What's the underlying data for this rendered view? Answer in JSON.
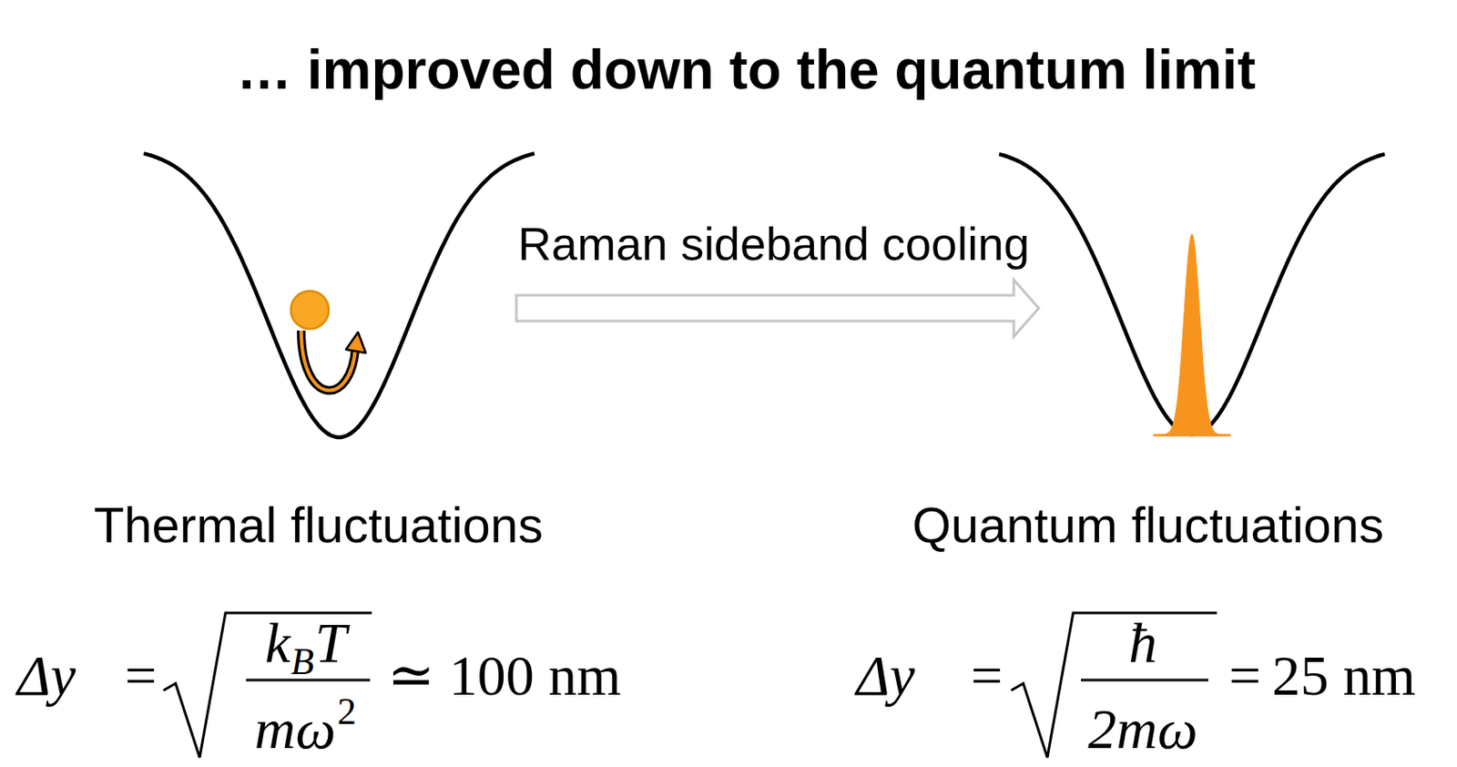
{
  "diagram": {
    "title": "… improved down to the quantum limit",
    "labels": [
      "Raman sideband cooling",
      "Thermal fluctuations",
      "Quantum fluctuations",
      "Δy",
      "=",
      "k",
      "B",
      "T",
      "mω",
      "2",
      "≃ 100 nm",
      "Δy",
      "=",
      "ħ",
      "2mω",
      "=",
      "25 nm"
    ]
  }
}
